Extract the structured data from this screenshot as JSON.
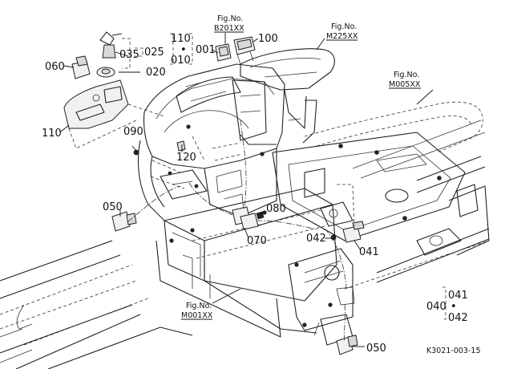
{
  "labels": {
    "p001": "001",
    "p010": "010",
    "p020": "020",
    "p025": "025",
    "p035": "035",
    "p040": "040",
    "p041a": "041",
    "p041b": "041",
    "p042a": "042",
    "p042b": "042",
    "p050a": "050",
    "p050b": "050",
    "p060": "060",
    "p070": "070",
    "p080": "080",
    "p090": "090",
    "p100": "100",
    "p110a": "110",
    "p110b": "110",
    "p120": "120"
  },
  "fig_refs": {
    "b201": {
      "title": "Fig.No.",
      "number": "B201XX"
    },
    "m225": {
      "title": "Fig.No.",
      "number": "M225XX"
    },
    "m005": {
      "title": "Fig.No.",
      "number": "M005XX"
    },
    "m001": {
      "title": "Fig.No.",
      "number": "M001XX"
    }
  },
  "drawing_code": "K3021-003-15"
}
